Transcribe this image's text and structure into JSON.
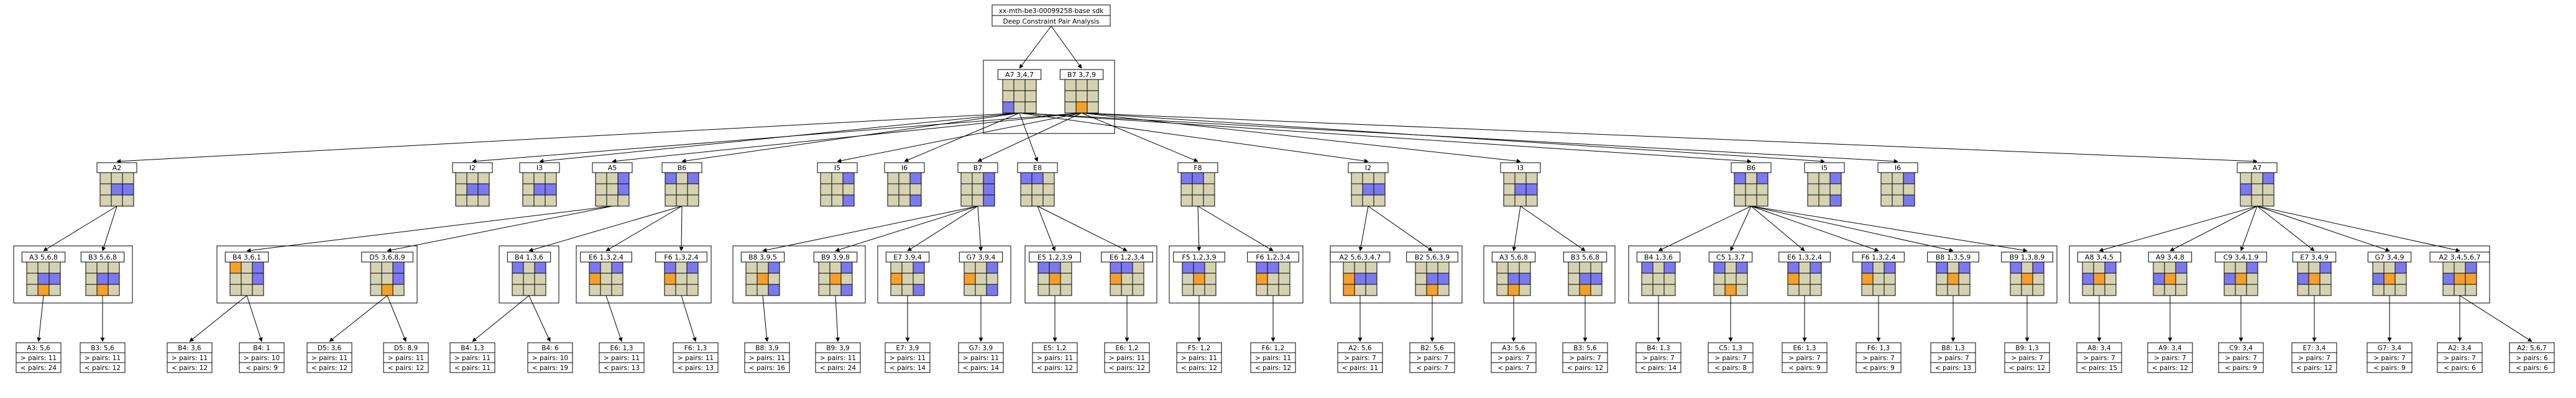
{
  "title": {
    "line1": "xx-mth-be3-00099258-base sdk",
    "line2": "Deep Constraint Pair Analysis"
  },
  "colors": {
    "empty": "#d6d3b3",
    "blue": "#7b79f0",
    "orange": "#f5a02a",
    "gray": "#b8b8b8",
    "border": "#000000",
    "background": "#ffffff"
  },
  "roots": [
    {
      "label": "A7  3,4,7",
      "grid": [
        "eee",
        "eee",
        "bee"
      ]
    },
    {
      "label": "B7  3,7,9",
      "grid": [
        "eee",
        "eee",
        "eoe"
      ]
    }
  ],
  "level1": [
    {
      "label": "A2",
      "grid": [
        "eee",
        "ebb",
        "eee"
      ]
    },
    {
      "label": "I2",
      "grid": [
        "eee",
        "ebb",
        "eee"
      ]
    },
    {
      "label": "I3",
      "grid": [
        "eee",
        "ebb",
        "eee"
      ]
    },
    {
      "label": "A5",
      "grid": [
        "eeb",
        "eeb",
        "eee"
      ]
    },
    {
      "label": "B6",
      "grid": [
        "beb",
        "eee",
        "eee"
      ]
    },
    {
      "label": "I5",
      "grid": [
        "eeb",
        "eee",
        "eeb"
      ]
    },
    {
      "label": "I6",
      "grid": [
        "eeb",
        "eee",
        "eeb"
      ]
    },
    {
      "label": "B7",
      "grid": [
        "eeb",
        "eeb",
        "eeb"
      ]
    },
    {
      "label": "E8",
      "grid": [
        "bbe",
        "eee",
        "eee"
      ]
    },
    {
      "label": "F8",
      "grid": [
        "bbe",
        "eee",
        "eee"
      ]
    },
    {
      "label": "I2",
      "grid": [
        "eee",
        "ebb",
        "eee"
      ]
    },
    {
      "label": "I3",
      "grid": [
        "eee",
        "ebb",
        "eee"
      ]
    },
    {
      "label": "B6",
      "grid": [
        "beb",
        "eee",
        "eee"
      ]
    },
    {
      "label": "I5",
      "grid": [
        "eeb",
        "eee",
        "eeb"
      ]
    },
    {
      "label": "I6",
      "grid": [
        "eeb",
        "eee",
        "eeb"
      ]
    },
    {
      "label": "A7",
      "grid": [
        "eeb",
        "bee",
        "eee"
      ]
    }
  ],
  "level2": [
    {
      "label": "A3  5,6,8",
      "grid": [
        "eee",
        "ebb",
        "eoe"
      ]
    },
    {
      "label": "B3  5,6,8",
      "grid": [
        "eee",
        "ebb",
        "eoe"
      ]
    },
    {
      "label": "B4  3,6,1",
      "grid": [
        "oeb",
        "eeb",
        "eee"
      ]
    },
    {
      "label": "D5  3,6,8,9",
      "grid": [
        "eeb",
        "eeb",
        "eoe"
      ]
    },
    {
      "label": "B4  1,3,6",
      "grid": [
        "beb",
        "eee",
        "eee"
      ]
    },
    {
      "label": "E6  1,3,2,4",
      "grid": [
        "beb",
        "oee",
        "eee"
      ]
    },
    {
      "label": "F6  1,3,2,4",
      "grid": [
        "beb",
        "oee",
        "eee"
      ]
    },
    {
      "label": "B8  3,9,5",
      "grid": [
        "eeb",
        "eoe",
        "eeb"
      ]
    },
    {
      "label": "B9  3,9,8",
      "grid": [
        "eeb",
        "eoe",
        "eeb"
      ]
    },
    {
      "label": "E7  3,9,4",
      "grid": [
        "eeb",
        "oee",
        "eeb"
      ]
    },
    {
      "label": "G7  3,9,4",
      "grid": [
        "eeb",
        "oee",
        "eeb"
      ]
    },
    {
      "label": "E5  1,2,3,9",
      "grid": [
        "bbe",
        "eoe",
        "eee"
      ]
    },
    {
      "label": "E6  1,2,3,4",
      "grid": [
        "bbe",
        "oee",
        "eee"
      ]
    },
    {
      "label": "F5  1,2,3,9",
      "grid": [
        "bbe",
        "eoe",
        "eee"
      ]
    },
    {
      "label": "F6  1,2,3,4",
      "grid": [
        "bbe",
        "oee",
        "eee"
      ]
    },
    {
      "label": "A2  5,6,3,4,7",
      "grid": [
        "eee",
        "obb",
        "oee"
      ]
    },
    {
      "label": "B2  5,6,3,9",
      "grid": [
        "eee",
        "ebb",
        "eoe"
      ]
    },
    {
      "label": "A3  5,6,8",
      "grid": [
        "eee",
        "ebb",
        "eoe"
      ]
    },
    {
      "label": "B3  5,6,8",
      "grid": [
        "eee",
        "ebb",
        "eoe"
      ]
    },
    {
      "label": "B4  1,3,6",
      "grid": [
        "beb",
        "eee",
        "eee"
      ]
    },
    {
      "label": "C5  1,3,7",
      "grid": [
        "beb",
        "eee",
        "eoe"
      ]
    },
    {
      "label": "E6  1,3,2,4",
      "grid": [
        "beb",
        "oee",
        "eee"
      ]
    },
    {
      "label": "F6  1,3,2,4",
      "grid": [
        "beb",
        "oee",
        "eee"
      ]
    },
    {
      "label": "B8  1,3,5,9",
      "grid": [
        "beb",
        "eoe",
        "eee"
      ]
    },
    {
      "label": "B9  1,3,8,9",
      "grid": [
        "beb",
        "eoe",
        "eee"
      ]
    },
    {
      "label": "A8  3,4,5",
      "grid": [
        "eeb",
        "boe",
        "eee"
      ]
    },
    {
      "label": "A9  3,4,8",
      "grid": [
        "eeb",
        "boe",
        "eee"
      ]
    },
    {
      "label": "C9  3,4,1,9",
      "grid": [
        "eeb",
        "boe",
        "eee"
      ]
    },
    {
      "label": "E7  3,4,9",
      "grid": [
        "eeb",
        "boe",
        "eee"
      ]
    },
    {
      "label": "G7  3,4,9",
      "grid": [
        "eeb",
        "boe",
        "eee"
      ]
    },
    {
      "label": "A2  3,4,5,6,7",
      "grid": [
        "eeb",
        "boo",
        "eee"
      ]
    }
  ],
  "level3": [
    {
      "label": "A3: 5,6",
      "gt": "> pairs: 11",
      "lt": "< pairs: 24"
    },
    {
      "label": "B3: 5,6",
      "gt": "> pairs: 11",
      "lt": "< pairs: 12"
    },
    {
      "label": "B4: 3,6",
      "gt": "> pairs: 11",
      "lt": "< pairs: 12"
    },
    {
      "label": "B4: 1",
      "gt": "> pairs: 10",
      "lt": "< pairs: 9"
    },
    {
      "label": "D5: 3,6",
      "gt": "> pairs: 11",
      "lt": "< pairs: 12"
    },
    {
      "label": "D5: 8,9",
      "gt": "> pairs: 11",
      "lt": "< pairs: 12"
    },
    {
      "label": "B4: 1,3",
      "gt": "> pairs: 11",
      "lt": "< pairs: 11"
    },
    {
      "label": "B4: 6",
      "gt": "> pairs: 10",
      "lt": "< pairs: 19"
    },
    {
      "label": "E6: 1,3",
      "gt": "> pairs: 11",
      "lt": "< pairs: 13"
    },
    {
      "label": "F6: 1,3",
      "gt": "> pairs: 11",
      "lt": "< pairs: 13"
    },
    {
      "label": "B8: 3,9",
      "gt": "> pairs: 11",
      "lt": "< pairs: 16"
    },
    {
      "label": "B9: 3,9",
      "gt": "> pairs: 11",
      "lt": "< pairs: 24"
    },
    {
      "label": "E7: 3,9",
      "gt": "> pairs: 11",
      "lt": "< pairs: 14"
    },
    {
      "label": "G7: 3,9",
      "gt": "> pairs: 11",
      "lt": "< pairs: 14"
    },
    {
      "label": "E5: 1,2",
      "gt": "> pairs: 11",
      "lt": "< pairs: 12"
    },
    {
      "label": "E6: 1,2",
      "gt": "> pairs: 11",
      "lt": "< pairs: 12"
    },
    {
      "label": "F5: 1,2",
      "gt": "> pairs: 11",
      "lt": "< pairs: 12"
    },
    {
      "label": "F6: 1,2",
      "gt": "> pairs: 11",
      "lt": "< pairs: 12"
    },
    {
      "label": "A2: 5,6",
      "gt": "> pairs: 7",
      "lt": "< pairs: 11"
    },
    {
      "label": "B2: 5,6",
      "gt": "> pairs: 7",
      "lt": "< pairs: 7"
    },
    {
      "label": "A3: 5,6",
      "gt": "> pairs: 7",
      "lt": "< pairs: 7"
    },
    {
      "label": "B3: 5,6",
      "gt": "> pairs: 7",
      "lt": "< pairs: 12"
    },
    {
      "label": "B4: 1,3",
      "gt": "> pairs: 7",
      "lt": "< pairs: 14"
    },
    {
      "label": "C5: 1,3",
      "gt": "> pairs: 7",
      "lt": "< pairs: 8"
    },
    {
      "label": "E6: 1,3",
      "gt": "> pairs: 7",
      "lt": "< pairs: 9"
    },
    {
      "label": "F6: 1,3",
      "gt": "> pairs: 7",
      "lt": "< pairs: 9"
    },
    {
      "label": "B8: 1,3",
      "gt": "> pairs: 7",
      "lt": "< pairs: 13"
    },
    {
      "label": "B9: 1,3",
      "gt": "> pairs: 7",
      "lt": "< pairs: 12"
    },
    {
      "label": "A8: 3,4",
      "gt": "> pairs: 7",
      "lt": "< pairs: 15"
    },
    {
      "label": "A9: 3,4",
      "gt": "> pairs: 7",
      "lt": "< pairs: 12"
    },
    {
      "label": "C9: 3,4",
      "gt": "> pairs: 7",
      "lt": "< pairs: 9"
    },
    {
      "label": "E7: 3,4",
      "gt": "> pairs: 7",
      "lt": "< pairs: 12"
    },
    {
      "label": "G7: 3,4",
      "gt": "> pairs: 7",
      "lt": "< pairs: 9"
    },
    {
      "label": "A2: 3,4",
      "gt": "> pairs: 7",
      "lt": "< pairs: 6"
    },
    {
      "label": "A2: 5,6,7",
      "gt": "> pairs: 6",
      "lt": "< pairs: 6"
    }
  ]
}
